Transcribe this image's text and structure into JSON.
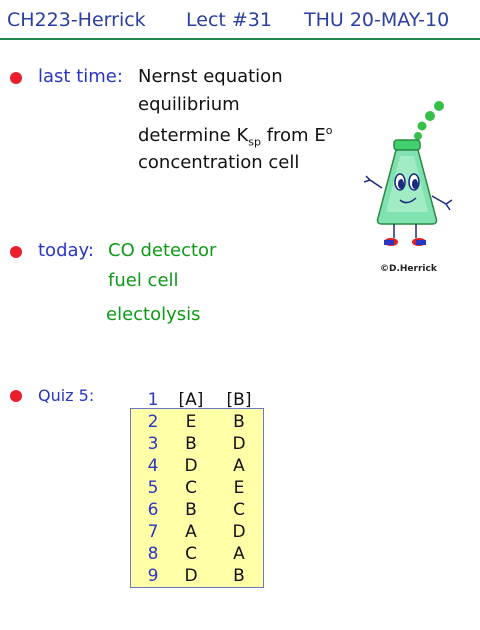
{
  "header": {
    "course": "CH223-Herrick",
    "lecture": "Lect #31",
    "date": "THU 20-MAY-10"
  },
  "last_time": {
    "label": "last time:",
    "items": [
      "Nernst equation",
      "equilibrium",
      "determine K",
      "sp",
      " from E",
      "o",
      "concentration cell"
    ]
  },
  "today": {
    "label": "today:",
    "items": [
      "CO detector",
      "fuel cell",
      "electolysis"
    ]
  },
  "credit": "©D.Herrick",
  "quiz": {
    "label": "Quiz 5:",
    "headers": [
      "1",
      "[A]",
      "[B]"
    ],
    "rows": [
      {
        "n": "2",
        "a": "E",
        "b": "B"
      },
      {
        "n": "3",
        "a": "B",
        "b": "D"
      },
      {
        "n": "4",
        "a": "D",
        "b": "A"
      },
      {
        "n": "5",
        "a": "C",
        "b": "E"
      },
      {
        "n": "6",
        "a": "B",
        "b": "C"
      },
      {
        "n": "7",
        "a": "A",
        "b": "D"
      },
      {
        "n": "8",
        "a": "C",
        "b": "A"
      },
      {
        "n": "9",
        "a": "D",
        "b": "B"
      }
    ]
  },
  "colors": {
    "bullet": "#e81e2d",
    "label": "#2a35c2",
    "green_text": "#0e9a18",
    "table_bg": "#ffffa8"
  }
}
